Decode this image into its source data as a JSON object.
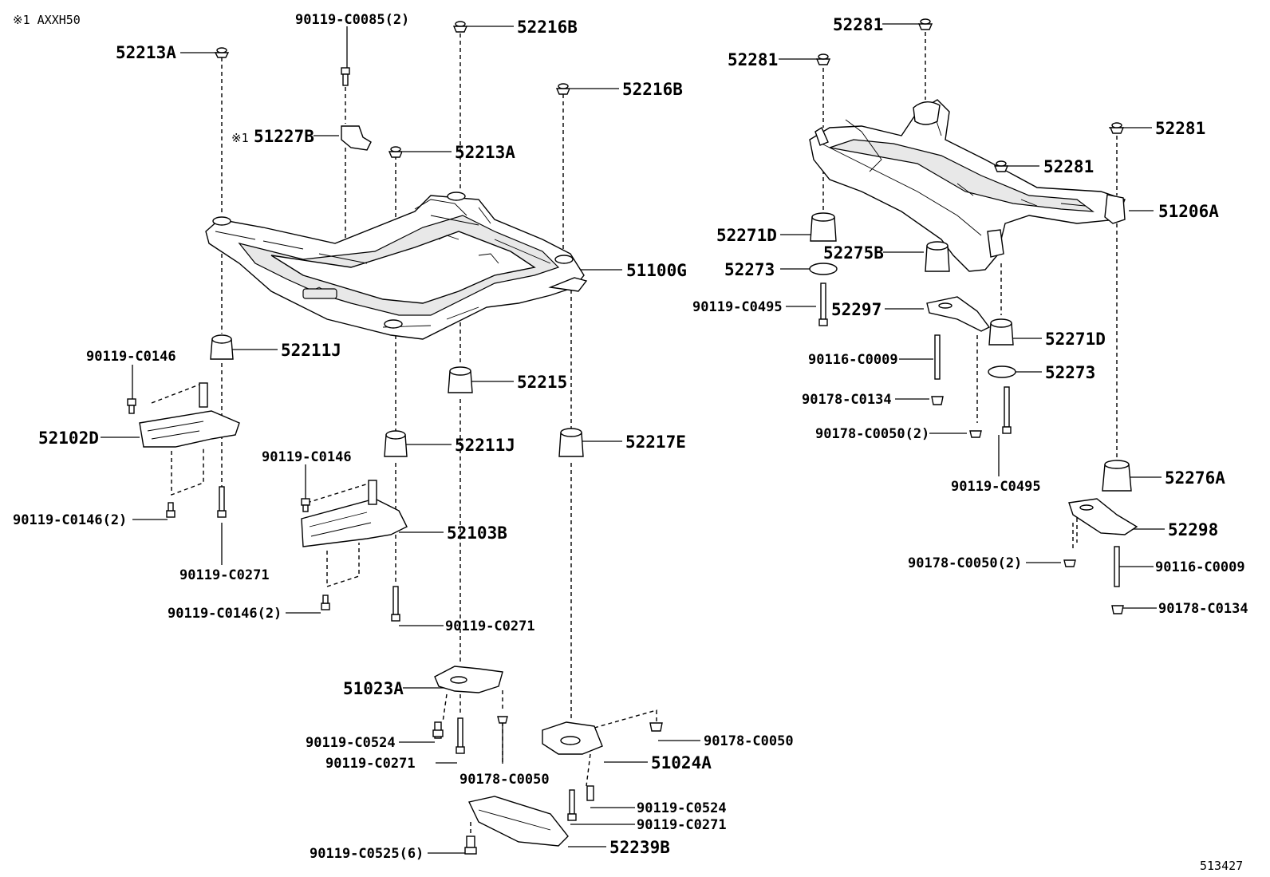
{
  "note": "※1 AXXH50",
  "diagram_id": "513427",
  "labels": {
    "l_90119_C0085_2": "90119-C0085(2)",
    "l_52216B_a": "52216B",
    "l_52213A_a": "52213A",
    "l_52216B_b": "52216B",
    "l_51227B": "51227B",
    "l_51227B_mark": "※1",
    "l_52213A_b": "52213A",
    "l_51100G": "51100G",
    "l_52211J_a": "52211J",
    "l_90119_C0146_a": "90119-C0146",
    "l_52215": "52215",
    "l_52102D": "52102D",
    "l_52211J_b": "52211J",
    "l_52217E": "52217E",
    "l_90119_C0146_b": "90119-C0146",
    "l_90119_C0146_2a": "90119-C0146(2)",
    "l_52103B": "52103B",
    "l_90119_C0271_a": "90119-C0271",
    "l_90119_C0146_2b": "90119-C0146(2)",
    "l_90119_C0271_b": "90119-C0271",
    "l_51023A": "51023A",
    "l_90119_C0524_a": "90119-C0524",
    "l_90178_C0050_a": "90178-C0050",
    "l_90119_C0271_c": "90119-C0271",
    "l_51024A": "51024A",
    "l_90178_C0050_b": "90178-C0050",
    "l_90119_C0524_b": "90119-C0524",
    "l_90119_C0271_d": "90119-C0271",
    "l_90119_C0525_6": "90119-C0525(6)",
    "l_52239B": "52239B",
    "l_52281_a": "52281",
    "l_52281_b": "52281",
    "l_52281_c": "52281",
    "l_52281_d": "52281",
    "l_51206A": "51206A",
    "l_52271D_a": "52271D",
    "l_52275B": "52275B",
    "l_52273_a": "52273",
    "l_90119_C0495_a": "90119-C0495",
    "l_52297": "52297",
    "l_52271D_b": "52271D",
    "l_90116_C0009_a": "90116-C0009",
    "l_52273_b": "52273",
    "l_90178_C0134_a": "90178-C0134",
    "l_90178_C0050_2a": "90178-C0050(2)",
    "l_90119_C0495_b": "90119-C0495",
    "l_52276A": "52276A",
    "l_52298": "52298",
    "l_90178_C0050_2b": "90178-C0050(2)",
    "l_90116_C0009_b": "90116-C0009",
    "l_90178_C0134_b": "90178-C0134"
  }
}
